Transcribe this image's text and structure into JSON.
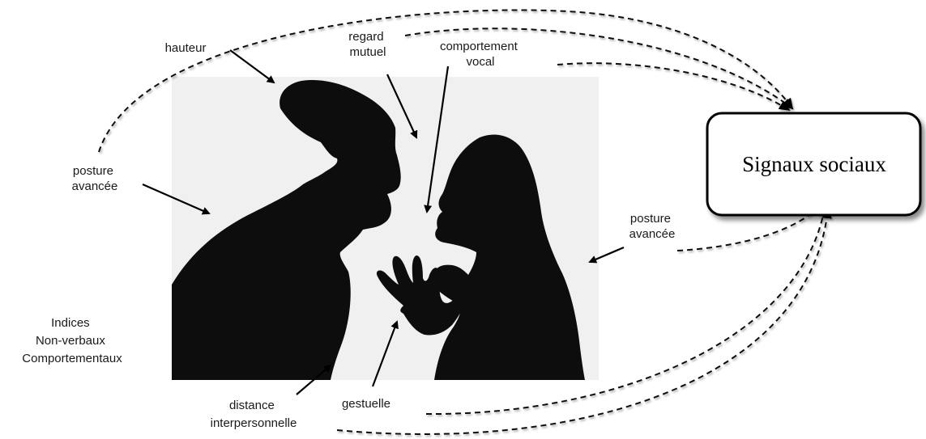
{
  "target": {
    "label": "Signaux sociaux"
  },
  "labels": {
    "hauteur": "hauteur",
    "regard_line1": "regard",
    "regard_line2": "mutuel",
    "vocal_line1": "comportement",
    "vocal_line2": "vocal",
    "posture_left_line1": "posture",
    "posture_left_line2": "avancée",
    "posture_right_line1": "posture",
    "posture_right_line2": "avancée",
    "distance_line1": "distance",
    "distance_line2": "interpersonnelle",
    "gestuelle": "gestuelle"
  },
  "category": {
    "line1": "Indices",
    "line2": "Non-verbaux",
    "line3": "Comportementaux"
  },
  "photo": {
    "description_icon": "silhouette-couple-arguing"
  },
  "colors": {
    "photo_background": "#f1f0f1",
    "silhouette": "#0d0d0e",
    "box_border": "#000000"
  }
}
